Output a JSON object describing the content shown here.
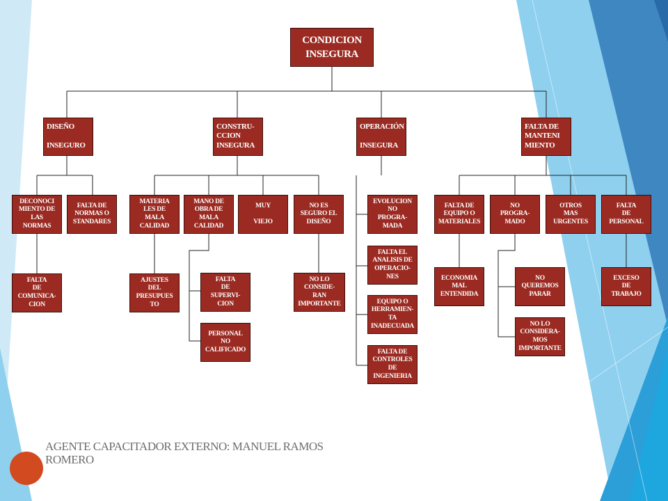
{
  "colors": {
    "box_fill": "#9b2b22",
    "box_text": "#ffffff",
    "connector": "#222222",
    "accent_dot": "#d24a1f",
    "footer_text": "#6d6d6d"
  },
  "root": "CONDICION\nINSEGURA",
  "categories": {
    "diseno": "DISEÑO\n\nINSEGURO",
    "construccion": "CONSTRU-\nCCION\nINSEGURA",
    "operacion": "OPERACIÓN\n\nINSEGURA",
    "mantenimiento": "FALTA DE\nMANTENI\nMIENTO"
  },
  "causes": {
    "desconocimiento": "DECONOCI\nMIENTO DE\nLAS\nNORMAS",
    "falta_normas": "FALTA DE\nNORMAS O\nSTANDARES",
    "falta_comunicacion": "FALTA\nDE\nCOMUNICA-\nCION",
    "materiales": "MATERIA\nLES DE\nMALA\nCALIDAD",
    "ajustes": "AJUSTES\nDEL\nPRESUPUES\nTO",
    "mano_obra": "MANO DE\nOBRA DE\nMALA\nCALIDAD",
    "falta_supervision": "FALTA\nDE\nSUPERVI-\nCION",
    "personal_no_calificado": "PERSONAL\nNO\nCALIFICADO",
    "muy_viejo": "MUY\n\nVIEJO",
    "no_seguro_diseno": "NO ES\nSEGURO EL\nDISEÑO",
    "no_importante": "NO LO\nCONSIDE-\nRAN\nIMPORTANTE",
    "evolucion": "EVOLUCION\nNO\nPROGRA-\nMADA",
    "analisis": "FALTA EL\nANALISIS DE\nOPERACIO-\nNES",
    "equipo_herramienta": "EQUIPO O\nHERRAMIEN-\nTA\nINADECUADA",
    "controles": "FALTA DE\nCONTROLES\nDE\nINGENIERIA",
    "falta_equipo": "FALTA DE\nEQUIPO O\nMATERIALES",
    "economia": "ECONOMIA\nMAL\nENTENDIDA",
    "no_programado": "NO\nPROGRA-\nMADO",
    "no_queremos": "NO\nQUEREMOS\nPARAR",
    "no_consideramos": "NO LO\nCONSIDERA-\nMOS\nIMPORTANTE",
    "otros_urgentes": "OTROS\nMAS\nURGENTES",
    "falta_personal": "FALTA\nDE\nPERSONAL",
    "exceso_trabajo": "EXCESO\nDE\nTRABAJO"
  },
  "footer": "AGENTE CAPACITADOR EXTERNO: MANUEL RAMOS ROMERO"
}
